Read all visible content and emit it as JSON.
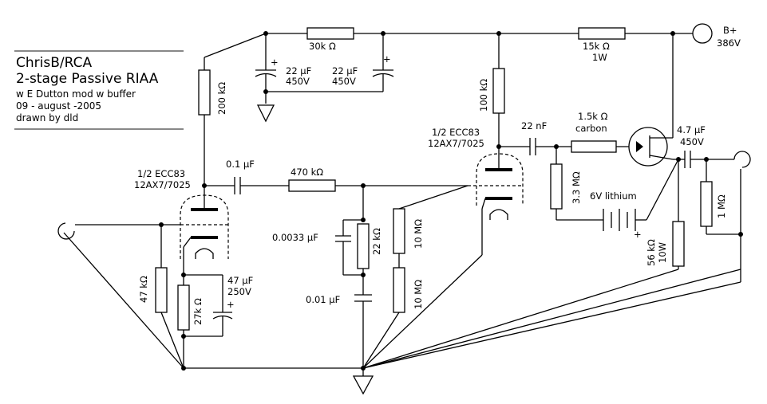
{
  "title_block": {
    "line1": "ChrisB/RCA",
    "line2": "2-stage Passive RIAA",
    "line3": "w E Dutton mod w buffer",
    "line4": "09 - august -2005",
    "line5": "drawn by dld"
  },
  "labels": {
    "r_30k": "30k Ω",
    "r_15k": "15k Ω",
    "r_15k_power": "1W",
    "c_22u_a": "22 µF",
    "c_22u_a_v": "450V",
    "c_22u_b": "22 µF",
    "c_22u_b_v": "450V",
    "r_200k": "200 kΩ",
    "r_100k": "100 kΩ",
    "bplus": "B+",
    "bplus_v": "386V",
    "tube1_a": "1/2 ECC83",
    "tube1_b": "12AX7/7025",
    "tube2_a": "1/2 ECC83",
    "tube2_b": "12AX7/7025",
    "c_01u": "0.1 µF",
    "r_470k": "470 kΩ",
    "c_22n": "22 nF",
    "r_1k5": "1.5k Ω",
    "r_1k5_type": "carbon",
    "c_47u_out": "4.7 µF",
    "c_47u_out_v": "450V",
    "r_33M": "3.3 MΩ",
    "batt": "6V lithium",
    "r_1M": "1 MΩ",
    "r_56k": "56 kΩ",
    "r_56k_power": "10W",
    "c_0033u": "0.0033 µF",
    "r_22k": "22 kΩ",
    "r_10M_a": "10 MΩ",
    "r_10M_b": "10 MΩ",
    "c_001u": "0.01 µF",
    "r_47k": "47 kΩ",
    "r_27k": "27k Ω",
    "c_47u_cath": "47 µF",
    "c_47u_cath_v": "250V",
    "plus_a": "+",
    "plus_b": "+",
    "plus_c": "+",
    "plus_batt": "+"
  }
}
